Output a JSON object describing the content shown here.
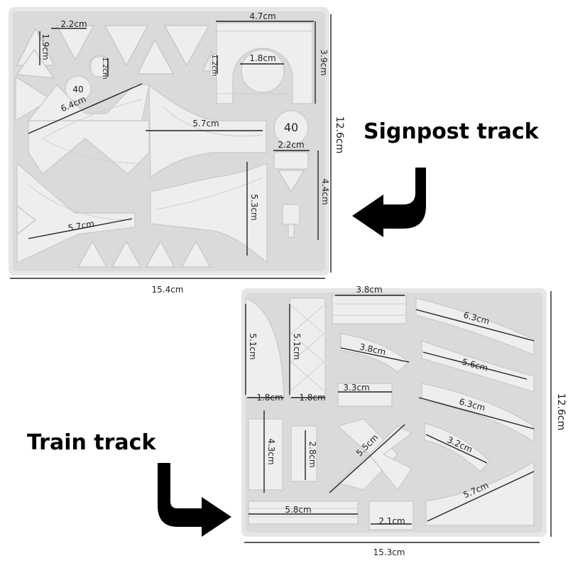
{
  "labels": {
    "signpost_heading": "Signpost track",
    "train_heading": "Train track"
  },
  "signpost_mold": {
    "dimensions": {
      "top_left_width": "2.2cm",
      "top_left_height": "1.9cm",
      "small_sign_1": "1.2cm",
      "small_sign_2": "1.2cm",
      "platform_width": "4.7cm",
      "platform_circle": "1.8cm",
      "platform_height": "3.9cm",
      "switch_top_left": "6.4cm",
      "switch_top_right": "5.7cm",
      "crossing_sign_width": "2.2cm",
      "crossing_sign_height": "4.4cm",
      "switch_bottom_left": "5.7cm",
      "switch_bottom_right": "5.3cm",
      "overall_height": "12.6cm",
      "overall_width": "15.4cm"
    },
    "sign_text": {
      "speed_sign_1": "40",
      "speed_sign_2": "40"
    }
  },
  "train_mold": {
    "dimensions": {
      "top_straight": "3.8cm",
      "curve_1": "6.3cm",
      "arch_bridge_height": "5.1cm",
      "truss_bridge_height": "5.1cm",
      "small_curve": "3.8cm",
      "curve_2": "5.6cm",
      "arch_bridge_width": "1.8cm",
      "truss_bridge_width": "1.8cm",
      "short_straight": "3.3cm",
      "curve_3": "6.3cm",
      "straight_vertical": "4.3cm",
      "short_vertical": "2.8cm",
      "crossing": "5.5cm",
      "curve_small": "3.2cm",
      "long_straight": "5.8cm",
      "mini_straight": "2.1cm",
      "switch_curve": "5.7cm",
      "overall_height": "12.6cm",
      "overall_width": "15.3cm"
    }
  }
}
